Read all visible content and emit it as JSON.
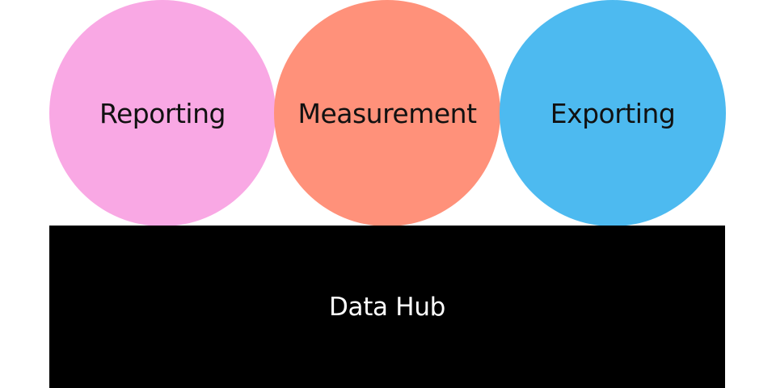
{
  "colors": {
    "reporting": "#F9A8E4",
    "measurement": "#FF917A",
    "exporting": "#4DBAF0",
    "hub": "#000000",
    "hub_text": "#FFFFFF",
    "circle_text": "#111111"
  },
  "circles": [
    {
      "label": "Reporting"
    },
    {
      "label": "Measurement"
    },
    {
      "label": "Exporting"
    }
  ],
  "hub": {
    "label": "Data Hub"
  }
}
